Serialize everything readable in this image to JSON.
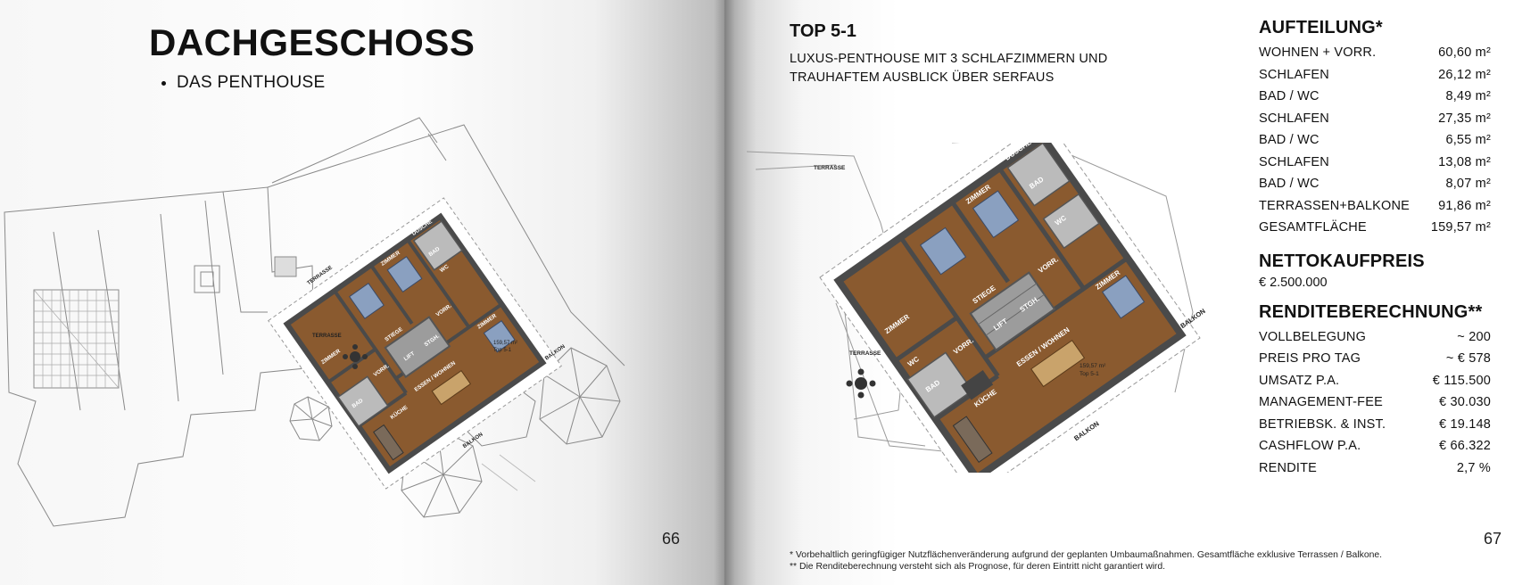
{
  "left_page": {
    "title": "DACHGESCHOSS",
    "bullets": [
      "DAS PENTHOUSE"
    ],
    "page_number": "66",
    "plan_labels": {
      "terrasse_top": "TERRASSE",
      "terrasse_bottom": "TERRASSE",
      "zimmer_1": "ZIMMER",
      "zimmer_2": "ZIMMER",
      "zimmer_3": "ZIMMER",
      "dusche": "DUSCHE",
      "stiege": "STIEGE",
      "vorr_1": "VORR.",
      "vorr_2": "VORR.",
      "lift": "LIFT",
      "stgh": "STGH.",
      "bad_1": "BAD",
      "bad_2": "BAD",
      "wc": "WC",
      "kueche": "KÜCHE",
      "essen_wohnen": "ESSEN / WOHNEN",
      "balkon_1": "BALKON",
      "balkon_2": "BALKON",
      "area": "159,57 m²",
      "unit": "Top 5-1"
    }
  },
  "right_page": {
    "unit_title": "TOP 5-1",
    "description": "LUXUS-PENTHOUSE MIT 3 SCHLAFZIMMERN UND TRAUHAFTEM AUSBLICK ÜBER SERFAUS",
    "page_number": "67",
    "aufteilung": {
      "heading": "AUFTEILUNG*",
      "rows": [
        {
          "label": "WOHNEN + VORR.",
          "value": "60,60 m²"
        },
        {
          "label": "SCHLAFEN",
          "value": "26,12 m²"
        },
        {
          "label": "BAD / WC",
          "value": "8,49 m²"
        },
        {
          "label": "SCHLAFEN",
          "value": "27,35 m²"
        },
        {
          "label": "BAD / WC",
          "value": "6,55 m²"
        },
        {
          "label": "SCHLAFEN",
          "value": "13,08 m²"
        },
        {
          "label": "BAD / WC",
          "value": "8,07 m²"
        },
        {
          "label": "TERRASSEN+BALKONE",
          "value": "91,86 m²"
        },
        {
          "label": "GESAMTFLÄCHE",
          "value": "159,57 m²"
        }
      ]
    },
    "nettokaufpreis": {
      "heading": "NETTOKAUFPREIS",
      "value": "€ 2.500.000"
    },
    "rendite": {
      "heading": "RENDITEBERECHNUNG**",
      "rows": [
        {
          "label": "VOLLBELEGUNG",
          "value": "~ 200"
        },
        {
          "label": "PREIS PRO TAG",
          "value": "~ € 578"
        },
        {
          "label": "UMSATZ P.A.",
          "value": "€ 115.500"
        },
        {
          "label": "MANAGEMENT-FEE",
          "value": "€ 30.030"
        },
        {
          "label": "BETRIEBSK. & INST.",
          "value": "€ 19.148"
        },
        {
          "label": "CASHFLOW P.A.",
          "value": "€ 66.322"
        },
        {
          "label": "RENDITE",
          "value": "2,7 %"
        }
      ]
    },
    "footnotes": [
      "* Vorbehaltlich geringfügiger Nutzflächenveränderung aufgrund der geplanten Umbaumaßnahmen. Gesamtfläche exklusive Terrassen / Balkone.",
      "** Die Renditeberechnung versteht sich als Prognose, für deren Eintritt nicht garantiert wird."
    ],
    "plan_labels": {
      "terrasse_top": "TERRASSE",
      "terrasse_bottom": "TERRASSE",
      "zimmer_1": "ZIMMER",
      "zimmer_2": "ZIMMER",
      "zimmer_3": "ZIMMER",
      "dusche": "DUSCHE",
      "stiege": "STIEGE",
      "vorr_1": "VORR.",
      "vorr_2": "VORR.",
      "lift": "LIFT",
      "stgh": "STGH.",
      "bad_1": "BAD",
      "bad_2": "BAD",
      "wc_1": "WC",
      "wc_2": "WC",
      "kueche": "KÜCHE",
      "essen_wohnen": "ESSEN / WOHNEN",
      "balkon_1": "BALKON",
      "balkon_2": "BALKON",
      "area": "159,57 m²",
      "unit": "Top 5-1"
    }
  },
  "colors": {
    "floor_wood": "#8a5a2f",
    "wall": "#4a4a4a",
    "bed": "#8aa0c0",
    "line": "#7a7a7a"
  }
}
